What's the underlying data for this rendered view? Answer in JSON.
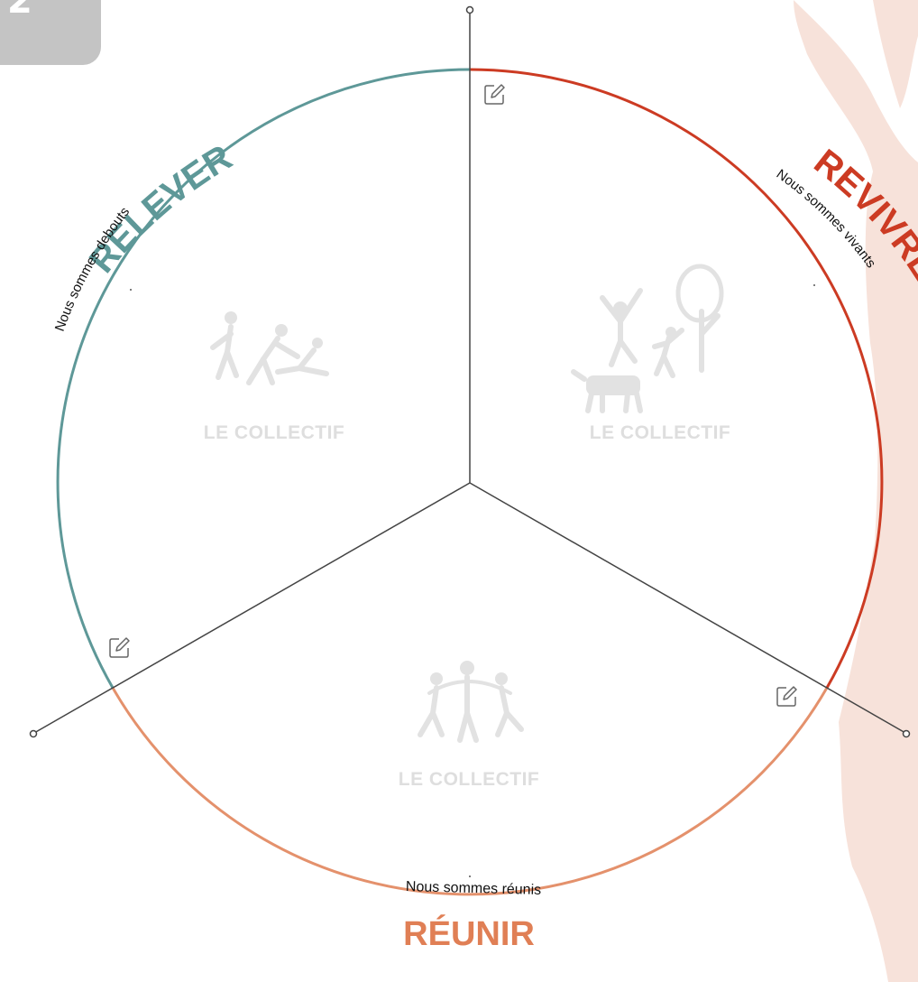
{
  "badge": {
    "number": "2"
  },
  "sections": {
    "relever": {
      "title": "RELEVER",
      "subtitle": "Nous sommes debouts",
      "collectif": "LE COLLECTIF"
    },
    "revivre": {
      "title": "REVIVRE",
      "subtitle": "Nous sommes vivants",
      "collectif": "LE COLLECTIF"
    },
    "reunir": {
      "title": "RÉUNIR",
      "subtitle": "Nous sommes réunis",
      "collectif": "LE COLLECTIF"
    }
  },
  "colors": {
    "relever": "#5e9898",
    "revivre": "#cc3b23",
    "reunir": "#e4916c",
    "dividers": "#444444",
    "watermark": "#dcdcdc",
    "figure_bg": "#f7e1da"
  },
  "icons": [
    "pencil-edit-icon",
    "people-lifting-icon",
    "dancing-people-tree-icon",
    "circle-dance-icon"
  ]
}
